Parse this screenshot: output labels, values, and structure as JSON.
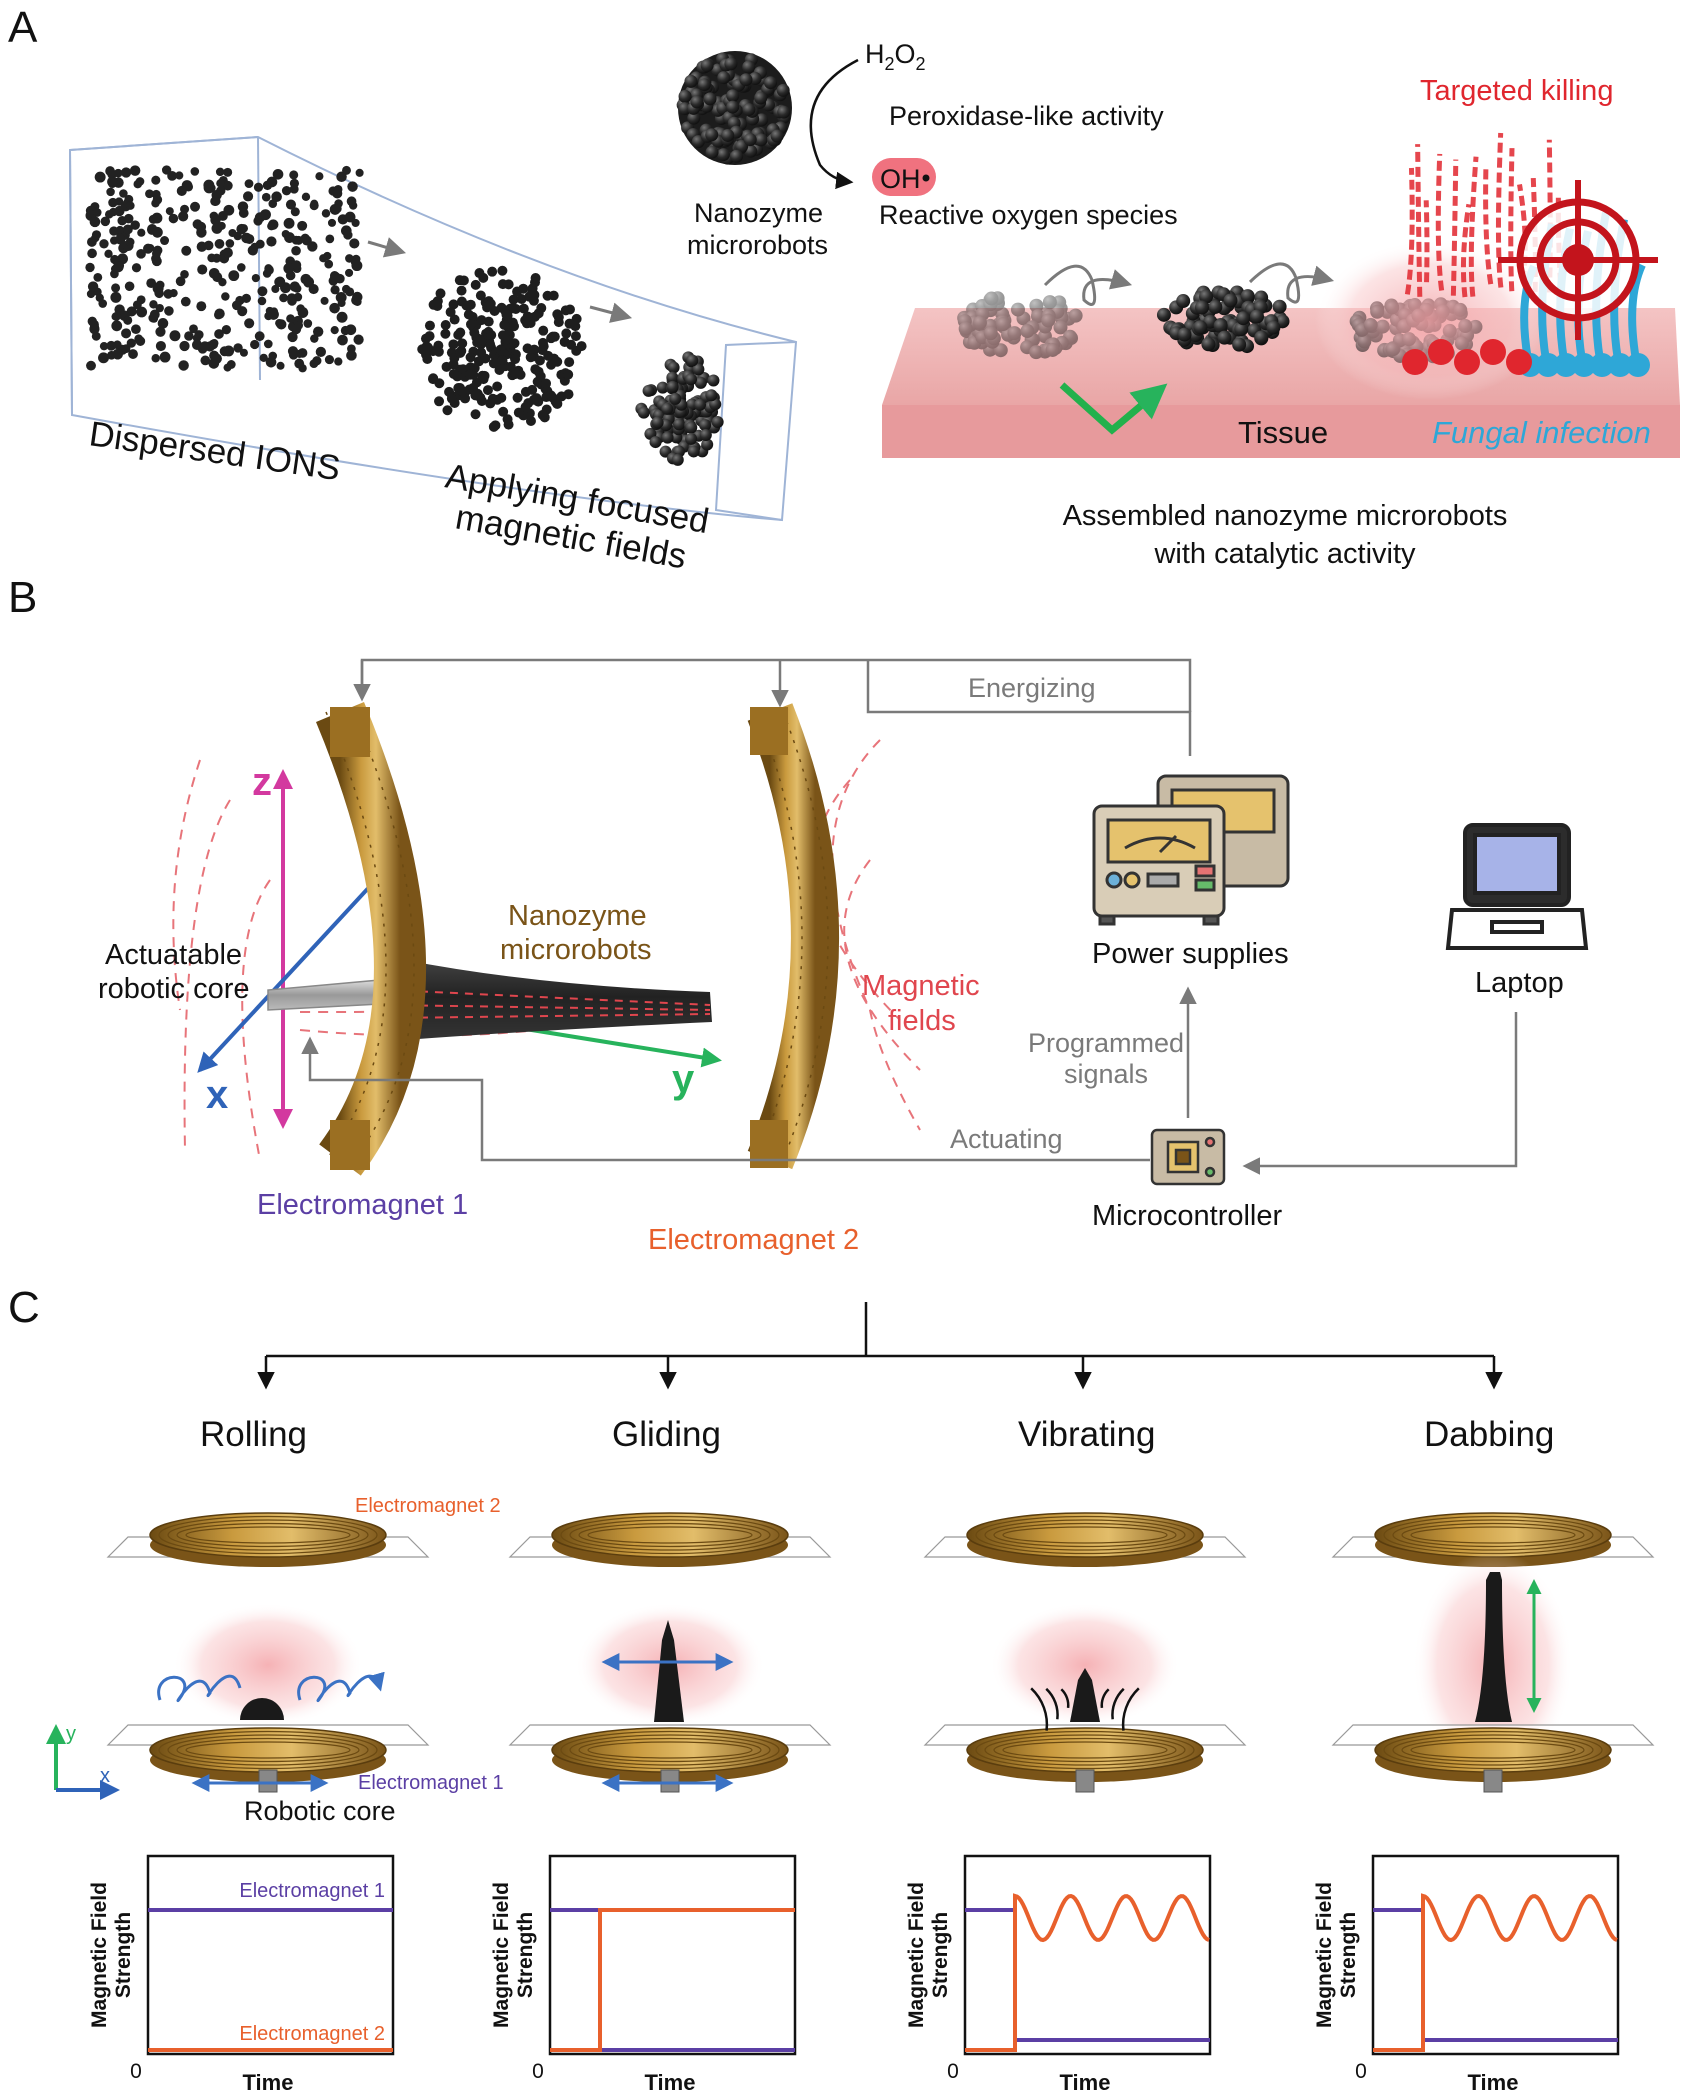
{
  "colors": {
    "electromagnet1": "#5b3fa4",
    "electromagnet2": "#e8602c",
    "magnetic_fields": "#e0464e",
    "nanozyme": "#7a5418",
    "fungal": "#2ea7d7",
    "targeted": "#e0262e",
    "z_axis": "#d3399f",
    "x_axis": "#2f63b8",
    "y_axis": "#27b35c",
    "arrow_grey": "#7a7a7a",
    "coil": "#b8862c"
  },
  "panel_a": {
    "label": "A",
    "dispersed": "Dispersed IONS",
    "applying_line1": "Applying focused",
    "applying_line2": "magnetic fields",
    "h2o2": "H2O2",
    "h2o2_base": "H",
    "h2o2_sub1": "2",
    "h2o2_mid": "O",
    "h2o2_sub2": "2",
    "peroxidase": "Peroxidase-like activity",
    "oh": "OH",
    "ros": "Reactive oxygen species",
    "nanozyme_line1": "Nanozyme",
    "nanozyme_line2": "microrobots",
    "targeted": "Targeted killing",
    "tissue": "Tissue",
    "fungal": "Fungal infection",
    "assembled_line1": "Assembled nanozyme microrobots",
    "assembled_line2": "with catalytic activity"
  },
  "panel_b": {
    "label": "B",
    "energizing": "Energizing",
    "power_supplies": "Power supplies",
    "laptop": "Laptop",
    "programmed_line1": "Programmed",
    "programmed_line2": "signals",
    "actuating": "Actuating",
    "microcontroller": "Microcontroller",
    "nanozyme_line1": "Nanozyme",
    "nanozyme_line2": "microrobots",
    "magnetic_line1": "Magnetic",
    "magnetic_line2": "fields",
    "actuatable_line1": "Actuatable",
    "actuatable_line2": "robotic core",
    "electromagnet1": "Electromagnet 1",
    "electromagnet2": "Electromagnet 2",
    "axis_z": "z",
    "axis_x": "x",
    "axis_y": "y"
  },
  "panel_c": {
    "label": "C",
    "modes": [
      "Rolling",
      "Gliding",
      "Vibrating",
      "Dabbing"
    ],
    "electromagnet2_label": "Electromagnet 2",
    "electromagnet1_label": "Electromagnet 1",
    "robotic_core": "Robotic core",
    "axis_y": "y",
    "axis_x": "x",
    "plot_ylabel_line1": "Magnetic Field",
    "plot_ylabel_line2": "Strength",
    "plot_xlabel": "Time",
    "plot_zero": "0",
    "legend_em1": "Electromagnet 1",
    "legend_em2": "Electromagnet 2"
  }
}
